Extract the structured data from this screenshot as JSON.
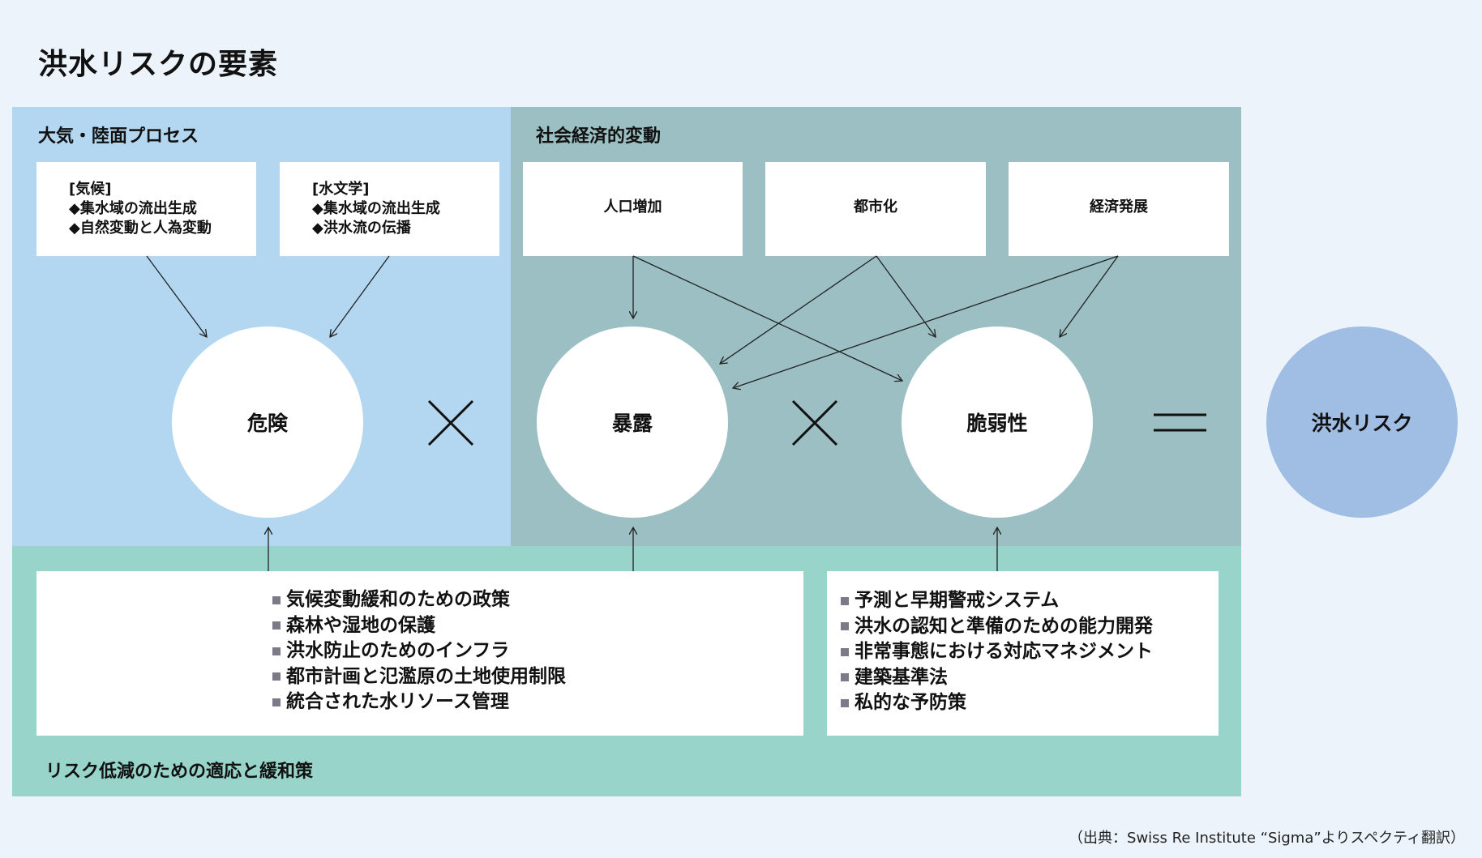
{
  "title": "洪水リスクの要素",
  "panels": {
    "atmosphere": {
      "label": "大気・陸面プロセス",
      "boxes": [
        {
          "lines": [
            "[気候]",
            "◆集水域の流出生成",
            "◆自然変動と人為変動"
          ]
        },
        {
          "lines": [
            "[水文学]",
            "◆集水域の流出生成",
            "◆洪水流の伝播"
          ]
        }
      ]
    },
    "socioeconomic": {
      "label": "社会経済的変動",
      "boxes": [
        "人口増加",
        "都市化",
        "経済発展"
      ]
    },
    "mitigation": {
      "label": "リスク低減のための適応と緩和策",
      "list_left": [
        "気候変動緩和のための政策",
        "森林や湿地の保護",
        "洪水防止のためのインフラ",
        "都市計画と氾濫原の土地使用制限",
        "統合された水リソース管理"
      ],
      "list_right": [
        "予測と早期警戒システム",
        "洪水の認知と準備のための能力開発",
        "非常事態における対応マネジメント",
        "建築基準法",
        "私的な予防策"
      ]
    }
  },
  "circles": {
    "hazard": "危険",
    "exposure": "暴露",
    "vulnerability": "脆弱性",
    "flood_risk": "洪水リスク"
  },
  "source": "（出典：Swiss Re Institute “Sigma”よりスペクティ翻訳）",
  "colors": {
    "background": "#ecf3fb",
    "atmosphere": "#b3d7f0",
    "socioeconomic": "#9bbfc3",
    "mitigation": "#98d4c9",
    "flood_risk": "#a0bde3"
  }
}
